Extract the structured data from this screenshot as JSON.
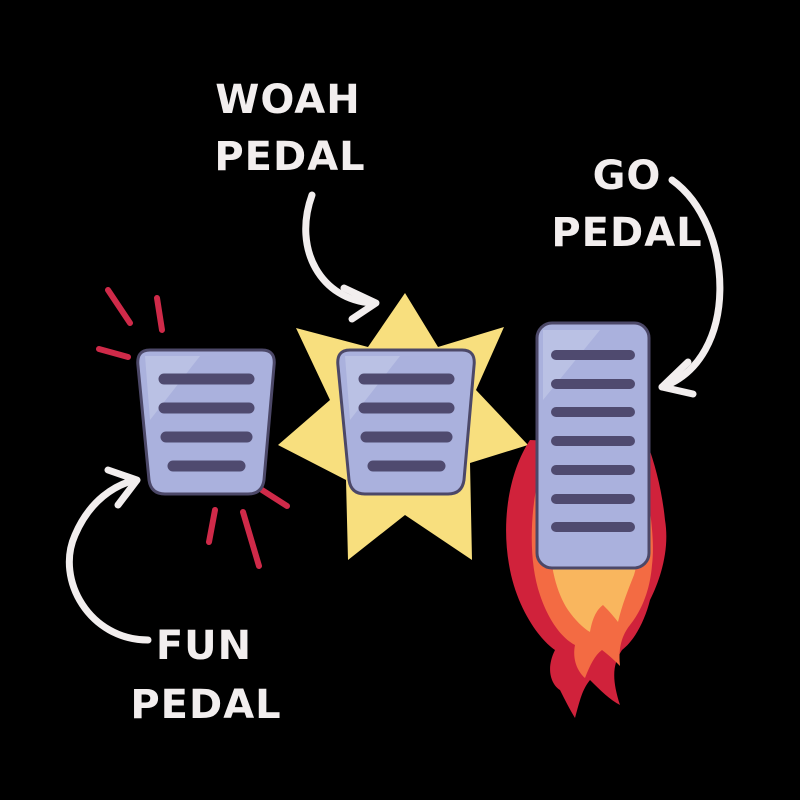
{
  "colors": {
    "background": "#000000",
    "text": "#f2eeee",
    "pedal_fill": "#aab1dd",
    "pedal_outline": "#4c4868",
    "pedal_slot": "#4f4a6f",
    "burst": "#f8df7e",
    "flame_outer": "#d0223b",
    "flame_mid": "#f36b43",
    "flame_inner": "#f9b65e",
    "shake": "#cf2a49",
    "arrow": "#f2eeee"
  },
  "labels": {
    "woah": {
      "line1": "WOAH",
      "line2": "PEDAL"
    },
    "go": {
      "line1": "GO",
      "line2": "PEDAL"
    },
    "fun": {
      "line1": "FUN",
      "line2": "PEDAL"
    }
  },
  "icons": {
    "fun_pedal": "clutch-pedal-icon",
    "woah_pedal": "brake-pedal-icon",
    "go_pedal": "gas-pedal-icon",
    "burst": "starburst-icon",
    "flame": "flame-icon",
    "shake": "shake-lines-icon",
    "arrow": "curved-arrow-icon"
  }
}
